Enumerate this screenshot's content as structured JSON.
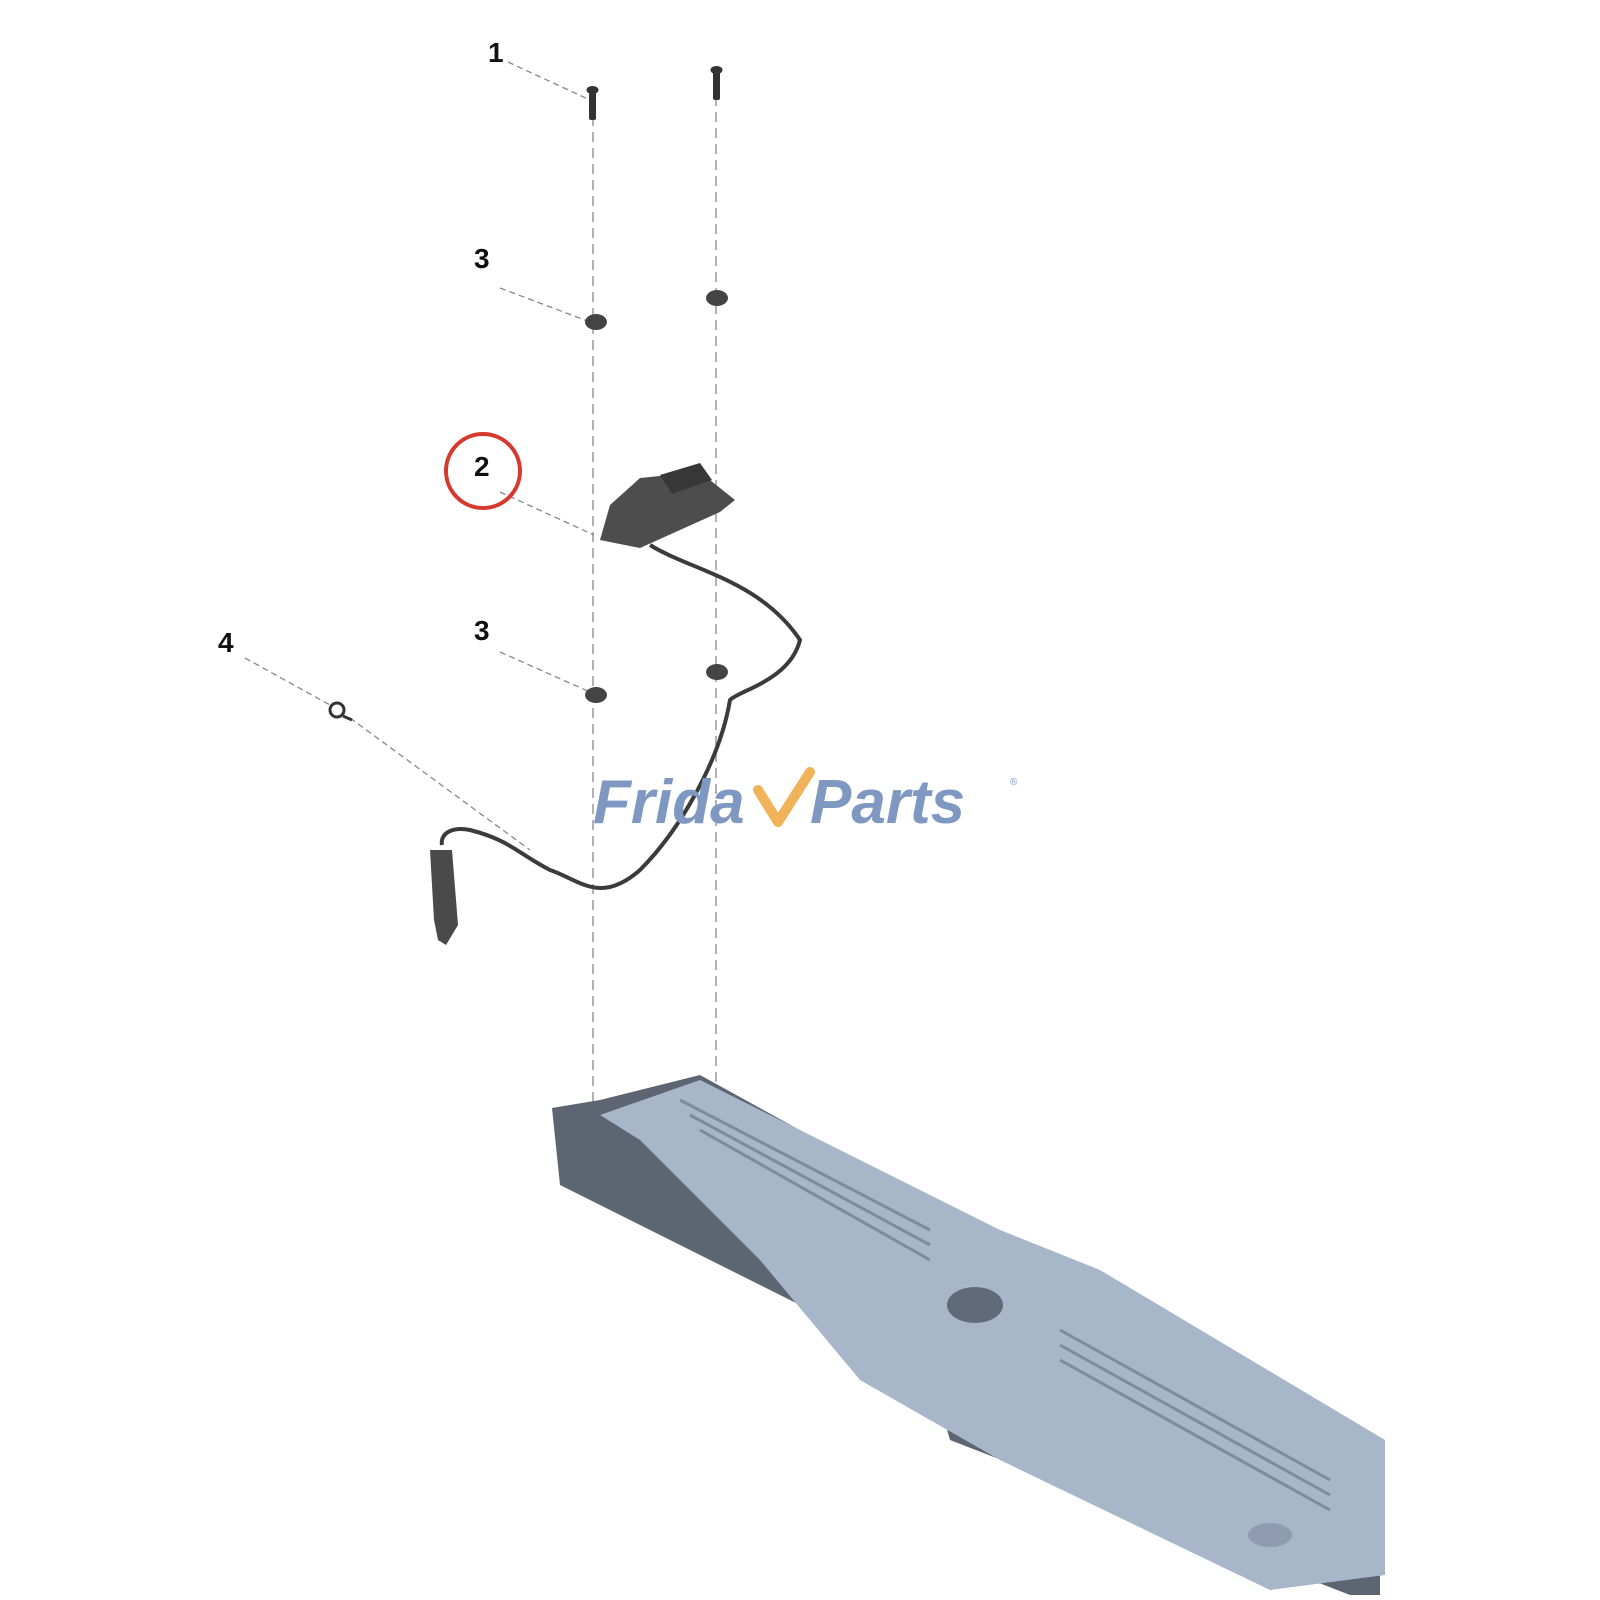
{
  "callouts": [
    {
      "id": "1"
    },
    {
      "id": "2",
      "highlighted": true
    },
    {
      "id": "3"
    },
    {
      "id": "3"
    },
    {
      "id": "4"
    }
  ],
  "watermark": {
    "word1": "Frida",
    "word2": "Parts",
    "registered_mark": "®",
    "color_text": "#7f98c2",
    "color_accent": "#f0b35a"
  },
  "colors": {
    "highlight_circle": "#d63a2e",
    "cover_top": "#a8b6c9",
    "cover_side": "#5d6472",
    "part_dark": "#4d4d4d"
  }
}
